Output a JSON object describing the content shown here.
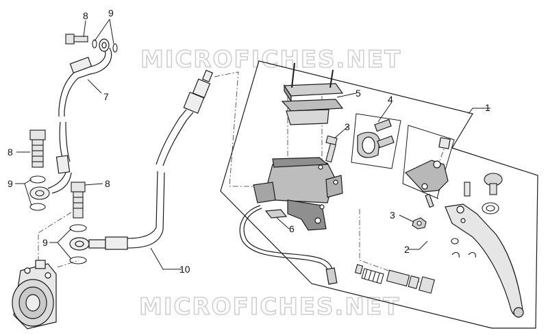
{
  "watermarks": [
    "MICROFICHES.NET",
    "MICROFICHES.NET"
  ],
  "callouts": [
    "1",
    "2",
    "3",
    "3",
    "4",
    "5",
    "6",
    "7",
    "8",
    "8",
    "8",
    "9",
    "9",
    "9",
    "10"
  ],
  "colors": {
    "line": "#1a1a1a",
    "body_fill": "#d4d4d4",
    "body_dark": "#a8a8a8",
    "watermark_stroke": "#cfcfcf"
  }
}
